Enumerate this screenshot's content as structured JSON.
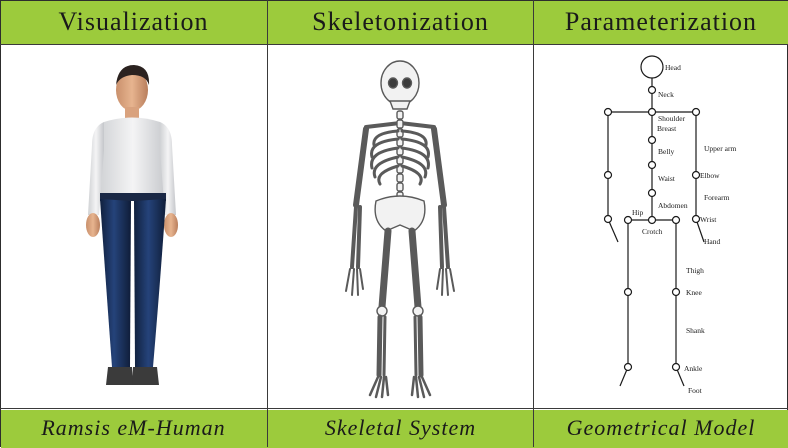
{
  "colors": {
    "band": "#9ccb3c",
    "border": "#3a3a3a",
    "text": "#1a1a1a"
  },
  "columns": [
    {
      "title": "Visualization",
      "caption": "Ramsis eM-Human"
    },
    {
      "title": "Skeletonization",
      "caption": "Skeletal System"
    },
    {
      "title": "Parameterization",
      "caption": "Geometrical Model"
    }
  ],
  "model_labels": {
    "head": "Head",
    "neck": "Neck",
    "shoulder": "Shoulder",
    "breast": "Breast",
    "belly": "Belly",
    "upper_arm": "Upper arm",
    "elbow": "Elbow",
    "waist": "Waist",
    "forearm": "Forearm",
    "abdomen": "Abdomen",
    "hip": "Hip",
    "wrist": "Wrist",
    "crotch": "Crotch",
    "hand": "Hand",
    "thigh": "Thigh",
    "knee": "Knee",
    "shank": "Shank",
    "ankle": "Ankle",
    "foot": "Foot"
  },
  "images": {
    "human": "human-figure-illustration",
    "skeleton": "skeleton-illustration"
  }
}
